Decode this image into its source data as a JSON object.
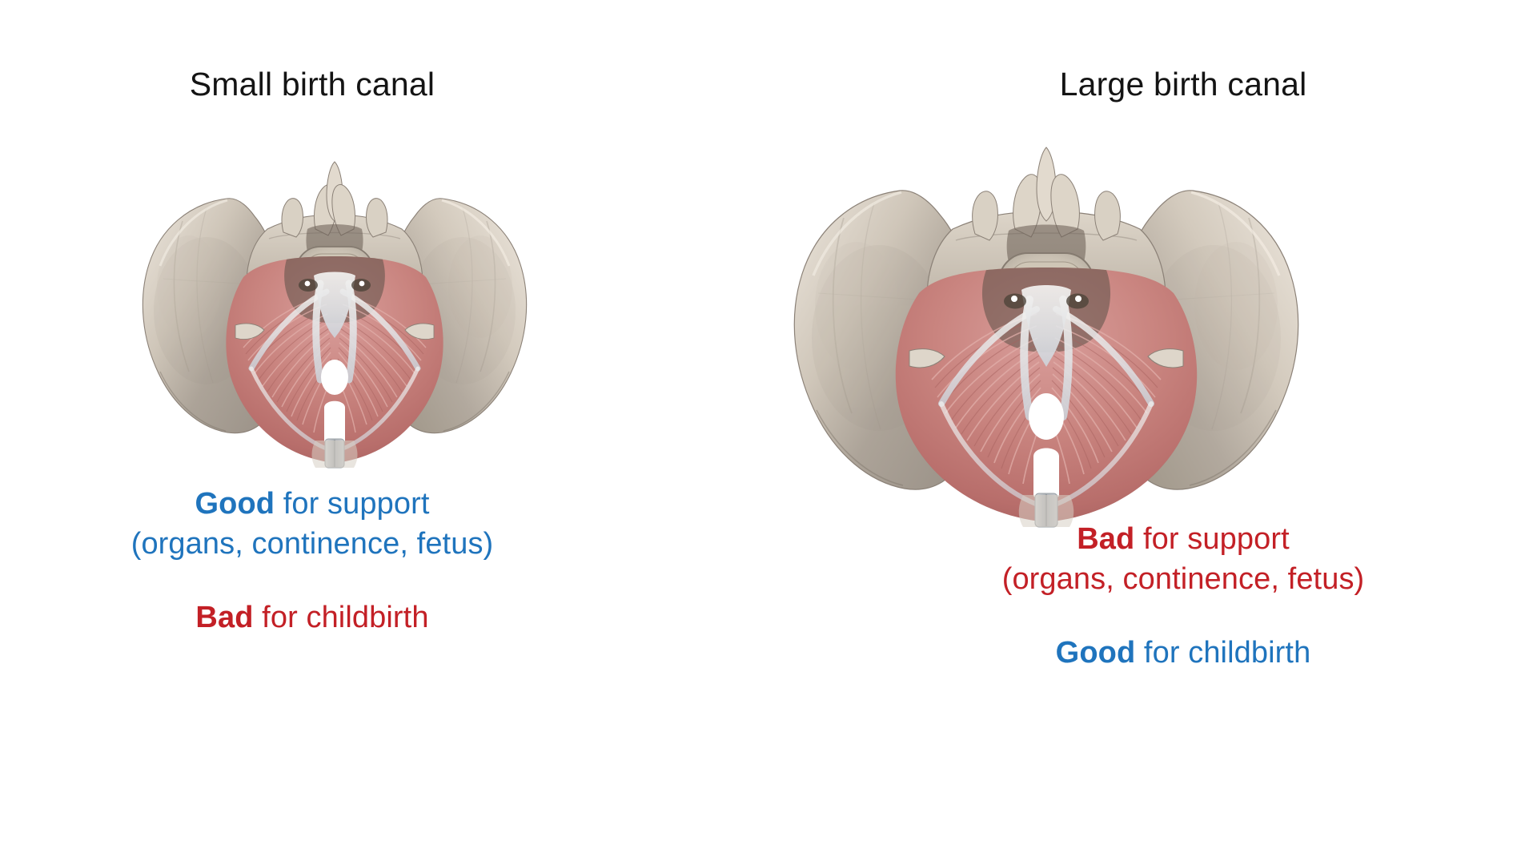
{
  "slide": {
    "background_color": "#ffffff",
    "layout": "two-panel comparison"
  },
  "colors": {
    "good_blue": "#1f74bd",
    "bad_red": "#c32026",
    "title_black": "#141414",
    "bone_light": "#e3dcd2",
    "bone_mid": "#c9bfb2",
    "bone_shadow": "#a09a92",
    "bone_outline": "#8b8177",
    "muscle_light": "#d79a98",
    "muscle_mid": "#c4807e",
    "muscle_dark": "#a85f60",
    "fascia_white": "#f2f0ee",
    "tendon_blue_grey": "#c6ccd6",
    "hiatus_white": "#ffffff",
    "symphysis_grey": "#b9bcc0"
  },
  "panels": [
    {
      "id": "small-birth-canal",
      "title": "Small birth canal",
      "figure_name": "female-pelvis-small-canal",
      "figure_alt": "Superior view of a female bony pelvis with narrow pelvic outlet, showing the levator ani pelvic floor muscles, sacrum and lumbar vertebra, with a small urogenital and anal hiatus in the midline",
      "captions": [
        {
          "key": "Good",
          "key_tone": "good",
          "rest": " for support",
          "tone": "good",
          "spacer": false
        },
        {
          "key": "",
          "key_tone": "good",
          "rest": "(organs, continence, fetus)",
          "tone": "good",
          "spacer": false
        },
        {
          "key": "Bad",
          "key_tone": "bad",
          "rest": " for childbirth",
          "tone": "bad",
          "spacer": true
        }
      ]
    },
    {
      "id": "large-birth-canal",
      "title": "Large birth canal",
      "figure_name": "female-pelvis-large-canal",
      "figure_alt": "Superior view of a female bony pelvis with wide pelvic outlet, showing the levator ani pelvic floor muscles stretched across a large pelvic opening with a broad urogenital and anal hiatus",
      "captions": [
        {
          "key": "Bad",
          "key_tone": "bad",
          "rest": " for support",
          "tone": "bad",
          "spacer": false
        },
        {
          "key": "",
          "key_tone": "bad",
          "rest": "(organs, continence, fetus)",
          "tone": "bad",
          "spacer": false
        },
        {
          "key": "Good",
          "key_tone": "good",
          "rest": " for childbirth",
          "tone": "good",
          "spacer": true
        }
      ]
    }
  ],
  "anatomy_labels": {
    "ilium": "ilium-wing",
    "sacrum": "sacrum",
    "vertebra": "lumbar-vertebral-body",
    "spinous_process": "spinous-process",
    "levator_ani": "levator-ani-muscle",
    "coccygeus": "coccygeus-muscle",
    "anal_hiatus": "anal-hiatus-opening",
    "urogenital_hiatus": "urogenital-hiatus-opening",
    "pubic_symphysis": "pubic-symphysis",
    "ischial_spine": "ischial-spine",
    "tendinous_arch": "tendinous-arch-fascia",
    "obturator_foramen": "obturator-region"
  }
}
